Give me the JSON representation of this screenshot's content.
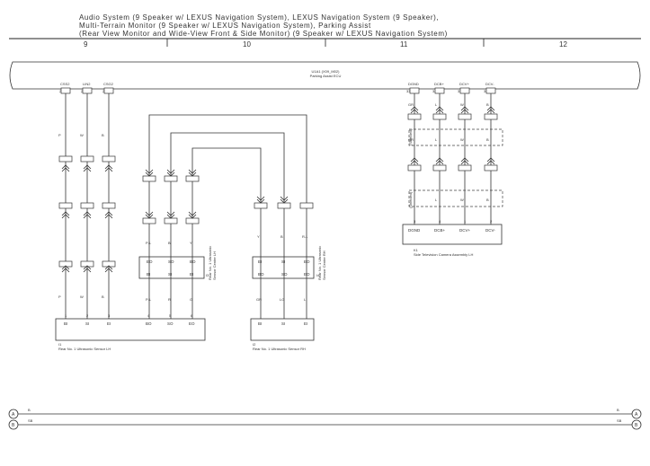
{
  "header": {
    "title_lines": [
      "Audio System (9 Speaker w/ LEXUS Navigation System),  LEXUS Navigation System (9 Speaker),",
      "Multi-Terrain Monitor (9 Speaker w/ LEXUS Navigation System),  Parking Assist",
      "(Rear View Monitor and Wide-View Front & Side Monitor) (9 Speaker w/ LEXUS Navigation System)"
    ],
    "columns": [
      "9",
      "10",
      "11",
      "12"
    ]
  },
  "ecu": {
    "name_line1": "U1A1 (X09_M02)",
    "name_line2": "Parking Assist ECU"
  },
  "left_pins": [
    {
      "label": "CSS2",
      "pin": "25",
      "wire": "P"
    },
    {
      "label": "LIN2",
      "pin": "26",
      "wire": "W"
    },
    {
      "label": "CSG2",
      "pin": "27",
      "wire": "B"
    }
  ],
  "right_pins": [
    {
      "label": "DGND",
      "pin": "33",
      "wire": "GR"
    },
    {
      "label": "DCB+",
      "pin": "34",
      "wire": "L"
    },
    {
      "label": "DCV+",
      "pin": "35",
      "wire": "W"
    },
    {
      "label": "DCV-",
      "pin": "36",
      "wire": "B"
    }
  ],
  "shield_labels": [
    "(Shielded)",
    "(Shielded)"
  ],
  "camera": {
    "pins": [
      "DGND",
      "DCB+",
      "DCV+",
      "DCV-"
    ],
    "pin_nums": [
      "3",
      "4",
      "1",
      "2"
    ],
    "ref": "K1",
    "name": "Side Television Camera Assembly LH"
  },
  "rear_sensor_lh": {
    "ref": "I1",
    "name": "Rear No. 1 Ultrasonic Sensor LH",
    "pins": [
      "BI",
      "SI",
      "EI",
      "BO",
      "SO",
      "EO"
    ],
    "pin_nums": [
      "1",
      "2",
      "3",
      "4",
      "5",
      "6"
    ]
  },
  "rear_sensor_rh": {
    "ref": "I2",
    "name": "Rear No. 1 Ultrasonic Sensor RH",
    "pins": [
      "BI",
      "SI",
      "EI"
    ],
    "pin_nums": [
      "1",
      "2",
      "3"
    ]
  },
  "center_lh": {
    "ref": "I3",
    "name_line1": "Rear No. 1 Ultrasonic",
    "name_line2": "Sensor Center LH",
    "pins_top": [
      "EO",
      "SO",
      "BO"
    ],
    "pins_bottom": [
      "BI",
      "SI",
      "EI"
    ]
  },
  "center_rh": {
    "ref": "I4",
    "name_line1": "Rear No. 1 Ultrasonic",
    "name_line2": "Sensor Center RH",
    "pins_top": [
      "EI",
      "SI",
      "EO"
    ],
    "pins_bottom": [
      "BO",
      "SO",
      "EO"
    ]
  },
  "wire_colors": {
    "lh_center_top": [
      "P-L",
      "B",
      "Y"
    ],
    "lh_center_bottom": [
      "P-L",
      "R",
      "G"
    ],
    "rh_center_top": [
      "Y",
      "B",
      "R-L"
    ],
    "rh_center_bottom": [
      "GR",
      "LG",
      "L"
    ]
  },
  "bus_lines": [
    {
      "id": "A",
      "label": "B"
    },
    {
      "id": "B",
      "label": "SB"
    }
  ]
}
